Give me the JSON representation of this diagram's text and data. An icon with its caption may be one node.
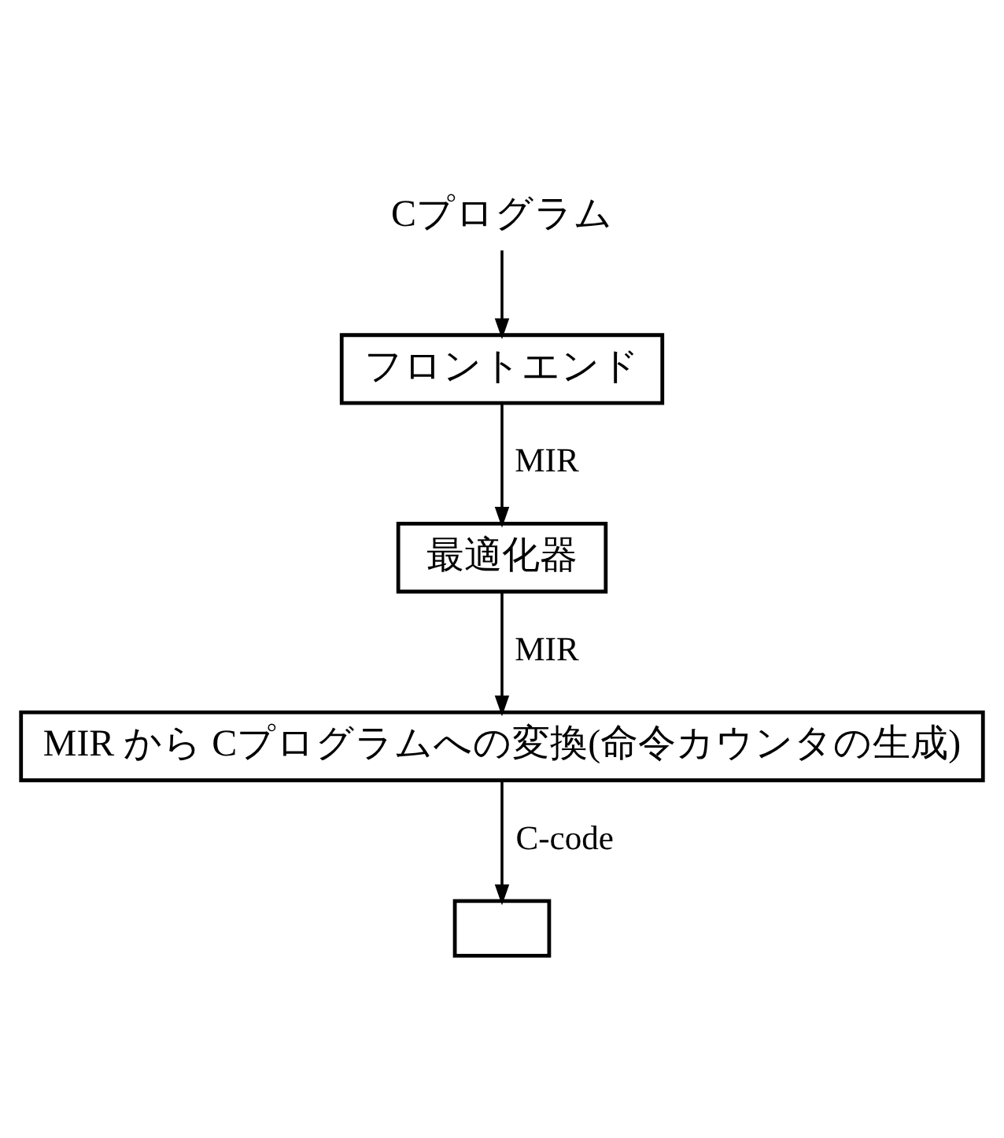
{
  "diagram": {
    "nodes": [
      {
        "text": [
          "Cプログラム"
        ]
      },
      {
        "text": [
          "フロントエンド"
        ]
      },
      {
        "text": [
          "最適化器"
        ]
      },
      {
        "text": [
          "MIR から Cプログラムへの変換(命令カウンタの生成)"
        ]
      },
      {
        "text": [],
        "shape": "box"
      }
    ],
    "edges": [
      {
        "from": 0,
        "to": 1,
        "arrow": "to"
      },
      {
        "from": 1,
        "to": 2,
        "arrow": "to",
        "label": "MIR"
      },
      {
        "from": 2,
        "to": 3,
        "arrow": "to",
        "label": "MIR"
      },
      {
        "from": 3,
        "to": 4,
        "arrow": "to",
        "label": "C-code"
      }
    ]
  }
}
